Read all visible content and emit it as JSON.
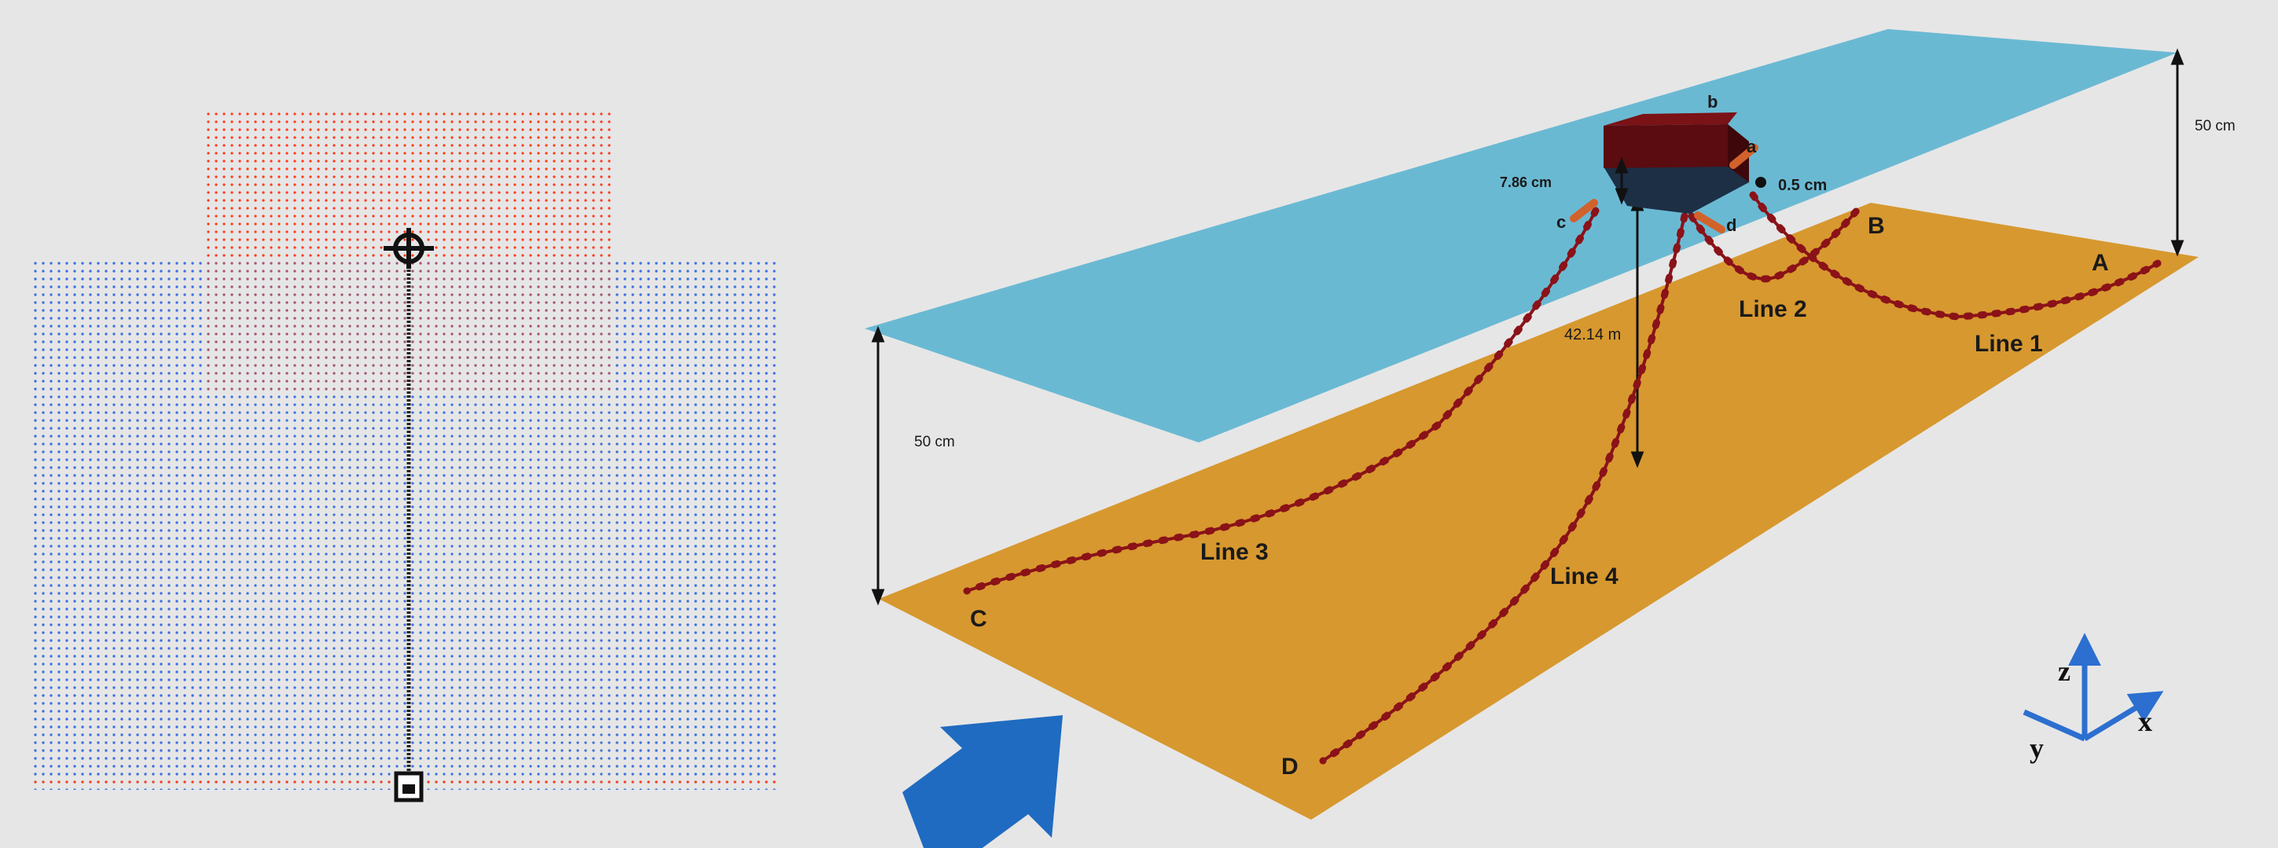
{
  "labels": {
    "b": "b",
    "a": "a",
    "c": "c",
    "d": "d",
    "dim_786": "7.86 cm",
    "dim_05": "0.5 cm",
    "dim_50_right": "50 cm",
    "dim_50_left": "50 cm",
    "dim_4214": "42.14 m",
    "line1": "Line 1",
    "line2": "Line 2",
    "line3": "Line 3",
    "line4": "Line 4",
    "end_A": "A",
    "end_B": "B",
    "end_C": "C",
    "end_D": "D",
    "axis_z": "z",
    "axis_x": "x",
    "axis_y": "y"
  },
  "colors": {
    "background": "#e6e6e6",
    "water_surface": "#6ab9d3",
    "seabed": "#d7982f",
    "mooring_line": "#8a1218",
    "mooring_node": "#2a1a1a",
    "platform_top": "#6e0f12",
    "platform_base": "#1c2f45",
    "fairlead": "#d2622c",
    "arrow": "#1f6bc1",
    "axis": "#2c6fd0",
    "dots_fluid": "#3a6fe0",
    "dots_body": "#ff3a1a"
  },
  "icons": {
    "flow_arrow": "wave-direction-arrow",
    "fairlead_top": "crosshair-icon",
    "anchor_bottom": "anchor-square-icon"
  }
}
